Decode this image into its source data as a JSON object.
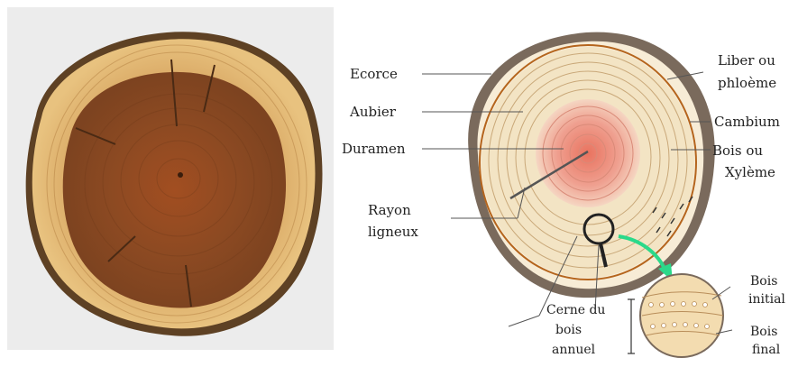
{
  "photo": {
    "description_icon": "tree-trunk-cross-section-photo"
  },
  "labels": {
    "ecorce": "Ecorce",
    "aubier": "Aubier",
    "duramen": "Duramen",
    "rayon_line1": "Rayon",
    "rayon_line2": "ligneux",
    "liber_line1": "Liber ou",
    "liber_line2": "phloème",
    "cambium": "Cambium",
    "bois_line1": "Bois ou",
    "bois_line2": "Xylème",
    "cerne_line1": "Cerne du",
    "cerne_line2": "bois",
    "cerne_line3": "annuel",
    "initial_line1": "Bois",
    "initial_line2": "initial",
    "final_line1": "Bois",
    "final_line2": "final"
  },
  "colors": {
    "bark": "#7a6a5c",
    "sapwood": "#f3e4c4",
    "heartwood_center": "#e87a6e",
    "ring_line": "#c9a879",
    "cambium_line": "#b5651d",
    "arrow_green": "#2bd98a"
  }
}
